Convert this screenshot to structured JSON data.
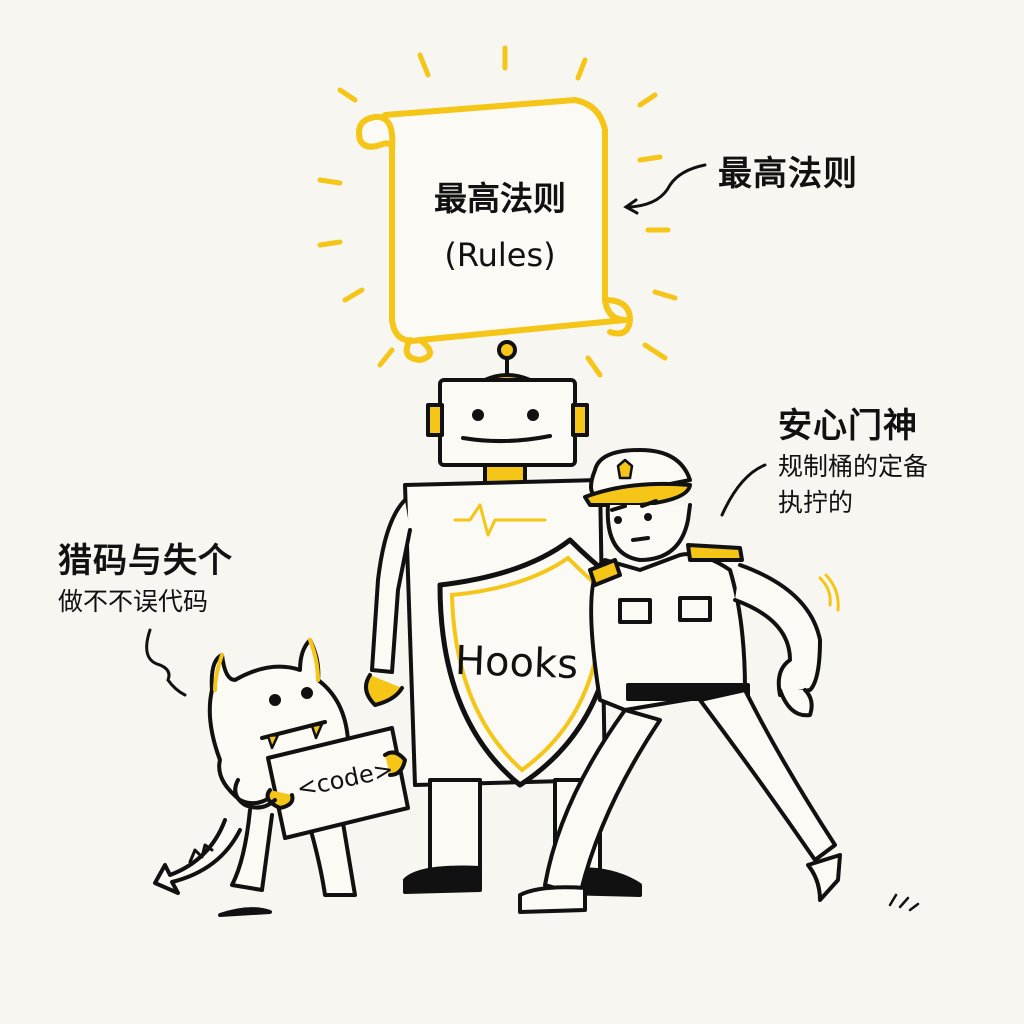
{
  "colors": {
    "background": "#f7f6f1",
    "accent_yellow": "#f5c518",
    "ink": "#111111"
  },
  "scroll": {
    "title": "最高法则",
    "subtitle": "(Rules)"
  },
  "callouts": {
    "rules": {
      "title": "最高法则"
    },
    "guard": {
      "title": "安心门神",
      "line1": "规制桶的定备",
      "line2": "执拧的"
    },
    "monster": {
      "title": "猎码与失个",
      "line1": "做不不误代码"
    }
  },
  "shield": {
    "label": "Hooks"
  },
  "sign": {
    "label": "<code>"
  },
  "characters": [
    "robot",
    "police-guard",
    "monster"
  ],
  "icons": [
    "scroll-icon",
    "robot-icon",
    "shield-icon",
    "guard-icon",
    "monster-icon",
    "arrow-icon"
  ]
}
